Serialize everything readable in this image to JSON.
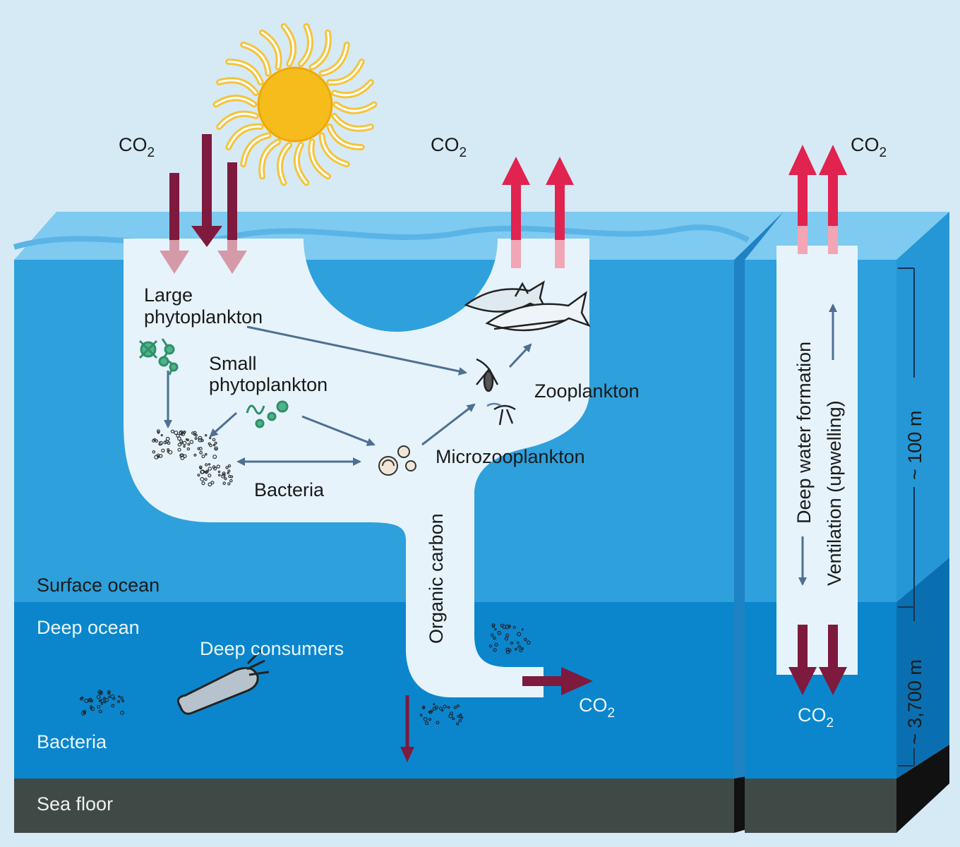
{
  "labels": {
    "co2_left": "CO",
    "co2_left_sub": "2",
    "co2_mid": "CO",
    "co2_mid_sub": "2",
    "co2_right": "CO",
    "co2_right_sub": "2",
    "co2_deep": "CO",
    "co2_deep_sub": "2",
    "co2_column": "CO",
    "co2_column_sub": "2",
    "large_phyto_1": "Large",
    "large_phyto_2": "phytoplankton",
    "small_phyto_1": "Small",
    "small_phyto_2": "phytoplankton",
    "zooplankton": "Zooplankton",
    "microzooplankton": "Microzooplankton",
    "bacteria_surface": "Bacteria",
    "organic_carbon": "Organic carbon",
    "surface_ocean": "Surface ocean",
    "deep_ocean": "Deep ocean",
    "deep_consumers": "Deep consumers",
    "bacteria_deep": "Bacteria",
    "sea_floor": "Sea floor",
    "deep_water_formation": "Deep water formation",
    "ventilation": "Ventilation (upwelling)",
    "depth_100": "~ 100 m",
    "depth_3700": "~ 3,700 m"
  },
  "colors": {
    "sky": "#d6eaf6",
    "surface_water": "#2ea0dc",
    "deep_water": "#0b86cc",
    "sea_floor": "#3f4a47",
    "light_region": "#e6f3fb",
    "co2_in_arrow": "#7d1a3d",
    "co2_out_arrow": "#e0234f",
    "sun": "#f5bc1c"
  }
}
